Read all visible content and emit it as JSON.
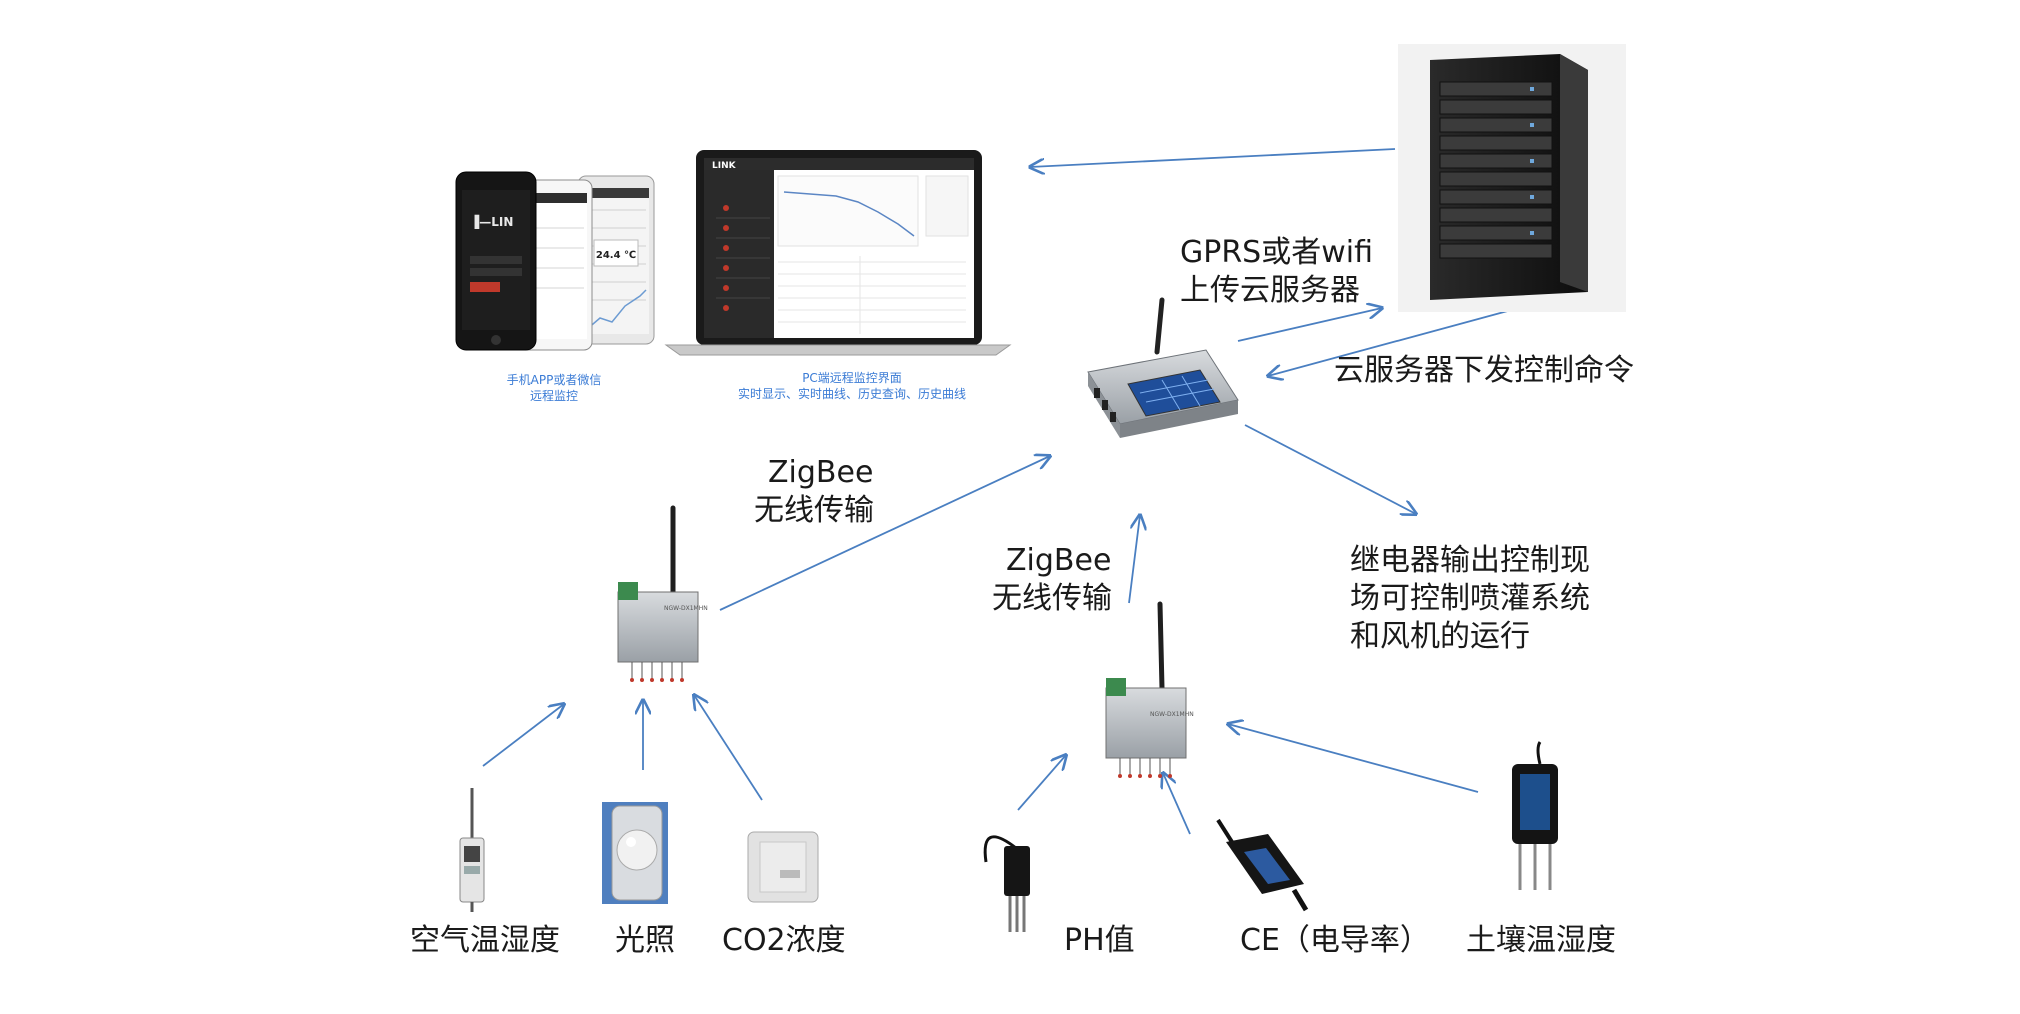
{
  "captions": {
    "mobile": [
      "手机APP或者微信",
      "远程监控"
    ],
    "pc": [
      "PC端远程监控界面",
      "实时显示、实时曲线、历史查询、历史曲线"
    ]
  },
  "labels": {
    "gprs": [
      "GPRS或者wifi",
      "上传云服务器"
    ],
    "cloud_cmd": "云服务器下发控制命令",
    "zigbee_left": [
      "ZigBee",
      "无线传输"
    ],
    "zigbee_right": [
      "ZigBee",
      "无线传输"
    ],
    "relay": [
      "继电器输出控制现",
      "场可控制喷灌系统",
      "和风机的运行"
    ]
  },
  "sensors": {
    "air": "空气温湿度",
    "light": "光照",
    "co2": "CO2浓度",
    "ph": "PH值",
    "ce": "CE（电导率）",
    "soil": "土壤温湿度"
  },
  "screens": {
    "phone_value": "24.4 ℃",
    "laptop_brand": "LINK"
  },
  "colors": {
    "arrow": "#4a7fc1",
    "caption": "#3a7bd5",
    "device_body": "#9aa0a6",
    "device_screen": "#1f4e9a"
  }
}
